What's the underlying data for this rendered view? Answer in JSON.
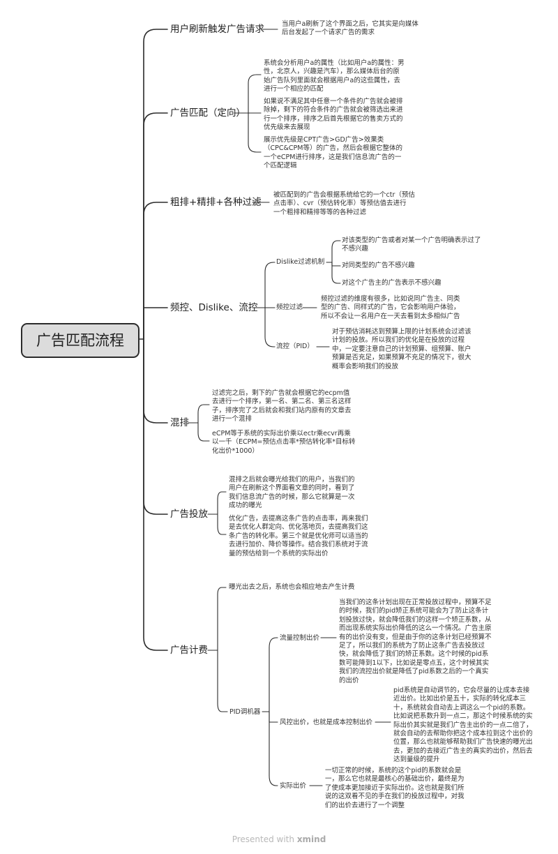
{
  "root": "广告匹配流程",
  "sections": {
    "s1": {
      "label": "用户刷新触发广告请求",
      "note": "当用户a刷新了这个界面之后，它其实是向媒体\n后台发起了一个请求广告的需求"
    },
    "s2": {
      "label": "广告匹配（定向）",
      "notes": [
        "系统会分析用户a的属性（比如用户a的属性：男\n性，北京人，兴趣是汽车），那么媒体后台的原\n始广告队列里面就会根据用户a的这些属性，去\n进行一个相应的匹配",
        "如果说不满足其中任意一个条件的广告就会被排\n除掉，剩下的符合条件的广告就会被筛选出来进\n行一个排序，排序之后首先根据它的售卖方式的\n优先级来去展现",
        "展示优先级是CPT广告>GD广告>效果类\n（CPC&CPM等）的广告，然后会根据它整体的\n一个eCPM进行排序，这是我们信息流广告的一\n个匹配逻辑"
      ]
    },
    "s3": {
      "label": "粗排+精排+各种过滤",
      "note": "被匹配到的广告会根据系统给它的一个ctr（预估\n点击率）、cvr（预估转化率）等预估值去进行\n一个粗排和精排等等的各种过滤"
    },
    "s4": {
      "label": "频控、Dislike、流控",
      "dislike": {
        "label": "Dislike过滤机制",
        "items": [
          "对该类型的广告或者对某一个广告明确表示过了\n不感兴趣",
          "对同类型的广告不感兴趣",
          "对这个广告主的广告表示不感兴趣"
        ]
      },
      "freq": {
        "label": "频控过滤",
        "note": "频控过滤的维度有很多，比如说同广告主、同类\n型的广告、同样式的广告，它会影响用户体验，\n所以不会让一名用户在一天去看到太多相似广告"
      },
      "flow": {
        "label": "流控（PID）",
        "note": "对于预估消耗达到预算上限的计划系统会过滤该\n计划的投放。所以我们的优化是在投放的过程\n中，一定要注意自己的计划预算、组预算、账户\n预算是否充足，如果预算不充足的情况下，很大\n概率会影响我们的投放"
      }
    },
    "s5": {
      "label": "混排",
      "notes": [
        "过滤完之后，剩下的广告就会根据它的ecpm值\n去进行一个排序，第一名、第二名、第三名这样\n子，排序完了之后就会和我们站内原有的文章去\n进行一个混排",
        "eCPM等于系统的实际出价乘以ectr乘ecvr再乘\n以一千（ECPM=预估点击率*预估转化率*目标转\n化出价*1000）"
      ]
    },
    "s6": {
      "label": "广告投放",
      "notes": [
        "混排之后就会曝光给我们的用户，当我们的\n用户在刷新这个界面看文章的同时，看到了\n我们信息流广告的时候，那么它就算是一次\n成功的曝光",
        "优化广告，去提高这条广告的点击率，再来我们\n是去优化人群定向、优化落地页，去提高我们这\n条广告的转化率。第三个就是优化师可以适当的\n去进行加价、降价等操作。结合我们系统对于流\n量的预估给到一个系统的实际出价"
      ]
    },
    "s7": {
      "label": "广告计费",
      "exposure": "曝光出去之后，系统也会相应地去产生计费",
      "pid": {
        "label": "PID调机器",
        "flow": {
          "label": "流量控制出价",
          "note": "当我们的这条计划出现在正常投放过程中，预算不足\n的时候，我们的pid矫正系统可能会为了防止这条计\n划投放过快，就会降低我们的这样一个矫正系数，从\n而出现系统实际出价降低的这么一个情况。广告主原\n有的出价没有变，但是由于你的这条计划已经预算不\n足了，所以我们的系统为了防止这条广告去投放过\n快，就会降低了我们的矫正系数。这个时候的pid系\n数可能降到1以下，比如说是零点五，这个时候其实\n我们的流控出价就是降低了pid系数之后的一个真实\n的出价"
        },
        "risk": {
          "label": "风控出价，也就是成本控制出价",
          "note": "pid系统是自动调节的，它会尽量的让成本去接\n近出价。比如出价是五十，实际的转化成本三\n十，系统就会自动去上调这么一个pid的系数。\n比如说把系数升到一点二，那这个时候系统的实\n际出价其实就是我们广告主出价的一点二倍了，\n就会自动的去帮助你把这个成本拉到这个出价的\n位置，那么也就能够帮助我们广告快速的曝光出\n去，更加的去接近广告主的真实的出价，然后去\n达到量级的提升"
        },
        "actual": {
          "label": "实际出价",
          "note": "一切正常的时候，系统的这个pid的系数就会是\n一，那么它也就是最核心的基础出价，最终是为\n了使成本更加接近于实际出价。这也就是我们所\n说的这双看不见的手在我们的投放过程中，对我\n们的出价去进行了一个调整"
        }
      }
    }
  },
  "footer": {
    "prefix": "Presented with",
    "brand": "xmind"
  }
}
